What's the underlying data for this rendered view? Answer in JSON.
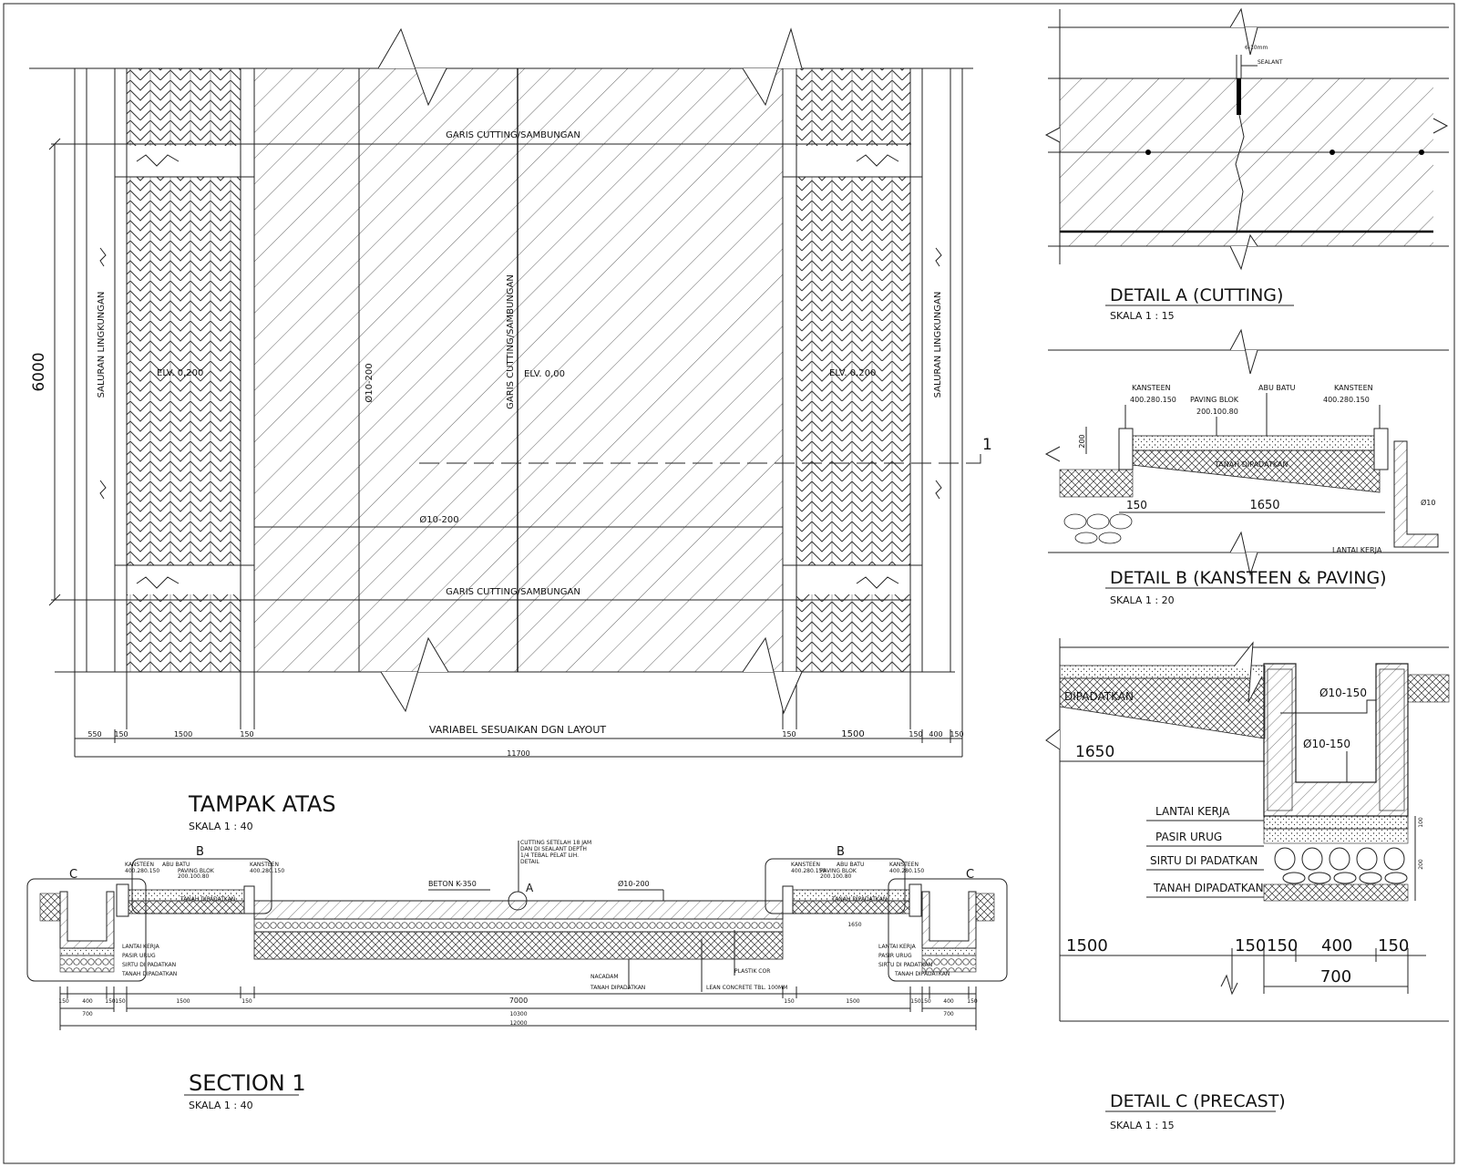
{
  "tampak_atas": {
    "title": "TAMPAK ATAS",
    "scale": "SKALA 1 : 40",
    "cutting_label": "GARIS CUTTING/SAMBUNGAN",
    "cutting_vertical": "GARIS CUTTING/SAMBUNGAN",
    "elv_left": "ELV. 0,200",
    "elv_center": "ELV. 0,00",
    "elv_right": "ELV. 0,200",
    "rebar_vertical": "Ø10-200",
    "rebar_horizontal": "Ø10-200",
    "saluran_left": "SALURAN LINGKUNGAN",
    "saluran_right": "SALURAN LINGKUNGAN",
    "section_marker": "1",
    "dim_height": "6000",
    "variabel": "VARIABEL SESUAIKAN DGN LAYOUT",
    "dims": [
      "550",
      "150",
      "1500",
      "150",
      "150",
      "1500",
      "150",
      "400",
      "150"
    ],
    "dim_total": "11700"
  },
  "section_1": {
    "title": "SECTION 1",
    "scale": "SKALA 1 : 40",
    "marker_b_left": "B",
    "marker_b_right": "B",
    "marker_c_left": "C",
    "marker_c_right": "C",
    "marker_a": "A",
    "beton": "BETON K-350",
    "rebar": "Ø10-200",
    "cutting_note": [
      "CUTTING SETELAH 18 JAM",
      "DAN DI SEALANT DEPTH",
      "1/4 TEBAL PELAT LIH.",
      "DETAIL"
    ],
    "abu_batu": "ABU BATU",
    "kansteen": "KANSTEEN",
    "kansteen_size": "400.280.150",
    "paving_blok": "PAVING BLOK",
    "paving_size": "200.100.80",
    "tanah_dipadatkan": "TANAH DIPADATKAN",
    "nacadam": "NACADAM",
    "plastic_cor": "PLASTIK COR",
    "lean_concrete": "LEAN CONCRETE TBL. 100MM",
    "lantai_kerja": "LANTAI KERJA",
    "pasir_urug": "PASIR URUG",
    "sirtu": "SIRTU DI PADATKAN",
    "dim_top": [
      "150",
      "400",
      "150",
      "150",
      "1500",
      "150",
      "7000",
      "150",
      "1500",
      "150",
      "150",
      "400",
      "150"
    ],
    "dim_700_left": "700",
    "dim_700_right": "700",
    "dim_1650": "1650",
    "dim_10300": "10300",
    "dim_12000": "12000"
  },
  "detail_a": {
    "title": "DETAIL A (CUTTING)",
    "scale": "SKALA 1 : 15",
    "gap": "6-10mm",
    "sealant": "SEALANT"
  },
  "detail_b": {
    "title": "DETAIL B (KANSTEEN & PAVING)",
    "scale": "SKALA 1 : 20",
    "kansteen_left": "KANSTEEN",
    "kansteen_left_size": "400.280.150",
    "paving_blok": "PAVING BLOK",
    "paving_size": "200.100.80",
    "abu_batu": "ABU BATU",
    "kansteen_right": "KANSTEEN",
    "kansteen_right_size": "400.280.150",
    "tanah_dipadatkan": "TANAH DIPADATKAN",
    "lantai_kerja": "LANTAI KERJA",
    "dim_200": "200",
    "dim_150": "150",
    "dim_1650": "1650",
    "rebar": "Ø10"
  },
  "detail_c": {
    "title": "DETAIL C (PRECAST)",
    "scale": "SKALA 1 : 15",
    "dipadatkan": "DIPADATKAN",
    "rebar_1": "Ø10-150",
    "rebar_2": "Ø10-150",
    "dim_1650": "1650",
    "lantai_kerja": "LANTAI KERJA",
    "pasir_urug": "PASIR URUG",
    "sirtu": "SIRTU DI PADATKAN",
    "tanah": "TANAH DIPADATKAN",
    "dim_100": "100",
    "dim_200": "200",
    "dims": [
      "1500",
      "150",
      "150",
      "400",
      "150"
    ],
    "dim_700": "700"
  }
}
